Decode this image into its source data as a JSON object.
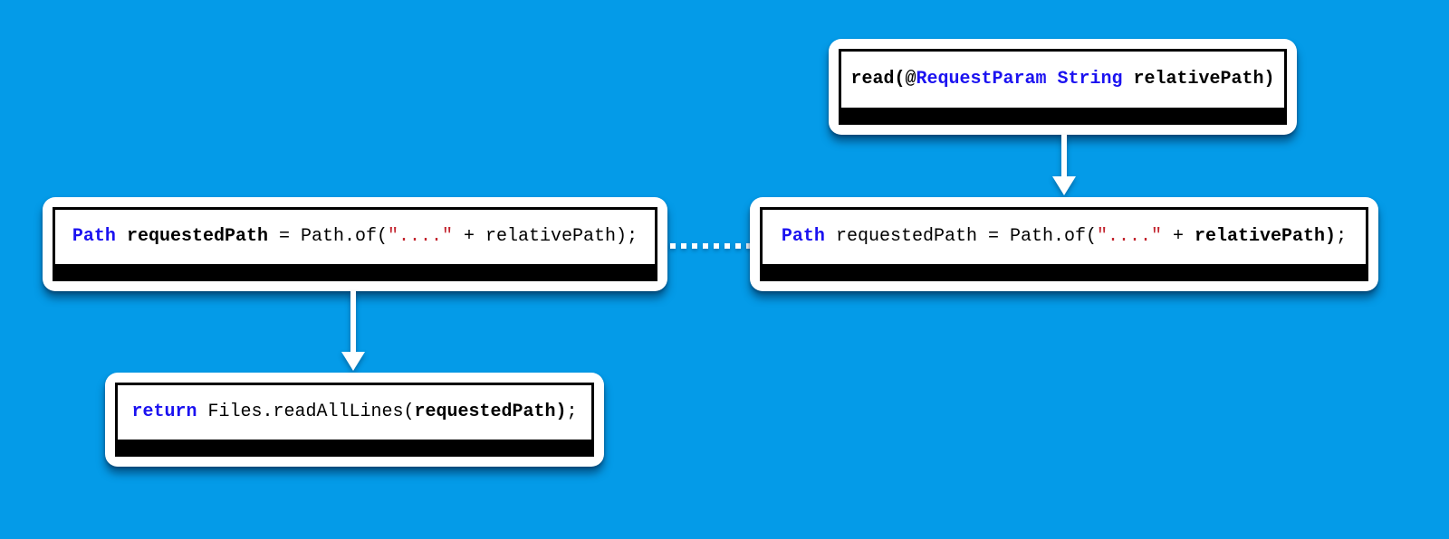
{
  "diagram": {
    "background_color": "#049BE8",
    "colors": {
      "keyword": "#1b12f0",
      "string": "#c2222c",
      "code": "#000000",
      "node_bg": "#ffffff",
      "node_border": "#000000",
      "connector": "#ffffff"
    },
    "nodes": {
      "read_method": {
        "code": "read(@RequestParam String relativePath)",
        "segments": [
          {
            "text": "read(@",
            "style": "plain-bold"
          },
          {
            "text": "RequestParam String",
            "style": "keyword"
          },
          {
            "text": " relativePath)",
            "style": "plain-bold"
          }
        ]
      },
      "path_of_left": {
        "code": "Path requestedPath = Path.of(\"....\" + relativePath);",
        "segments": [
          {
            "text": "Path",
            "style": "keyword"
          },
          {
            "text": " ",
            "style": "plain"
          },
          {
            "text": "requestedPath",
            "style": "plain-bold"
          },
          {
            "text": " = Path.of(",
            "style": "plain"
          },
          {
            "text": "\"....\"",
            "style": "string"
          },
          {
            "text": " + relativePath);",
            "style": "plain"
          }
        ]
      },
      "path_of_right": {
        "code": "Path requestedPath = Path.of(\"....\" + relativePath);",
        "segments": [
          {
            "text": "Path",
            "style": "keyword"
          },
          {
            "text": " requestedPath = Path.of(",
            "style": "plain"
          },
          {
            "text": "\"....\"",
            "style": "string"
          },
          {
            "text": " + ",
            "style": "plain"
          },
          {
            "text": "relativePath)",
            "style": "plain-bold"
          },
          {
            "text": ";",
            "style": "plain"
          }
        ]
      },
      "return_read": {
        "code": "return Files.readAllLines(requestedPath);",
        "segments": [
          {
            "text": "return",
            "style": "keyword"
          },
          {
            "text": " Files.readAllLines(",
            "style": "plain"
          },
          {
            "text": "requestedPath)",
            "style": "plain-bold"
          },
          {
            "text": ";",
            "style": "plain"
          }
        ]
      }
    },
    "connectors": [
      {
        "type": "arrow",
        "direction": "down",
        "from": "read_method",
        "to": "path_of_right"
      },
      {
        "type": "dotted-line",
        "direction": "horizontal",
        "from": "path_of_left",
        "to": "path_of_right"
      },
      {
        "type": "arrow",
        "direction": "down",
        "from": "path_of_left",
        "to": "return_read"
      }
    ]
  }
}
